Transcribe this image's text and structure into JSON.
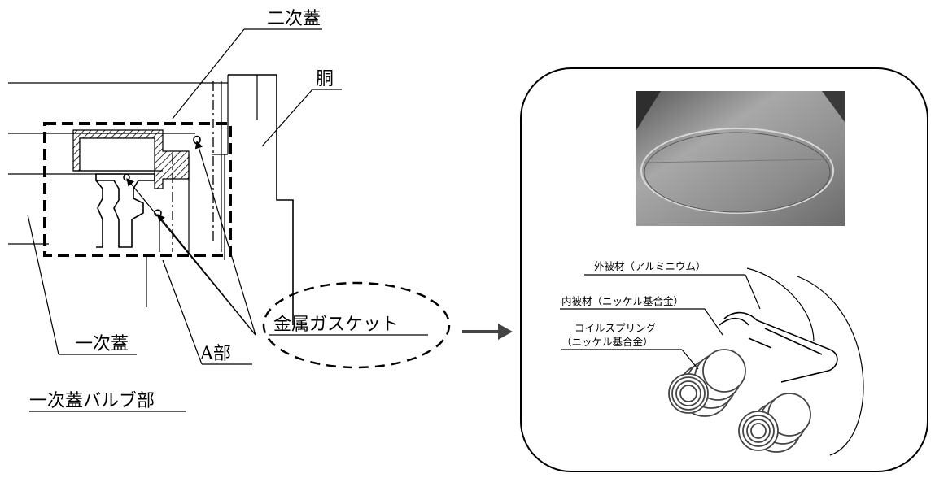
{
  "labels": {
    "secondary_lid": "二次蓋",
    "body": "胴",
    "metal_gasket": "金属ガスケット",
    "primary_lid": "一次蓋",
    "part_a": "A部",
    "primary_lid_valve": "一次蓋バルブ部"
  },
  "detail": {
    "outer_cover": "外被材（アルミニウム）",
    "inner_cover": "内被材（ニッケル基合金）",
    "coil_spring_line1": "コイルスプリング",
    "coil_spring_line2": "（ニッケル基合金）"
  },
  "colors": {
    "ink": "#000000",
    "photo_dark": "#2e2e2e",
    "photo_mid": "#9a9a9a",
    "hatch": "#000000"
  },
  "icons": {
    "arrow": "right-arrow-icon"
  }
}
